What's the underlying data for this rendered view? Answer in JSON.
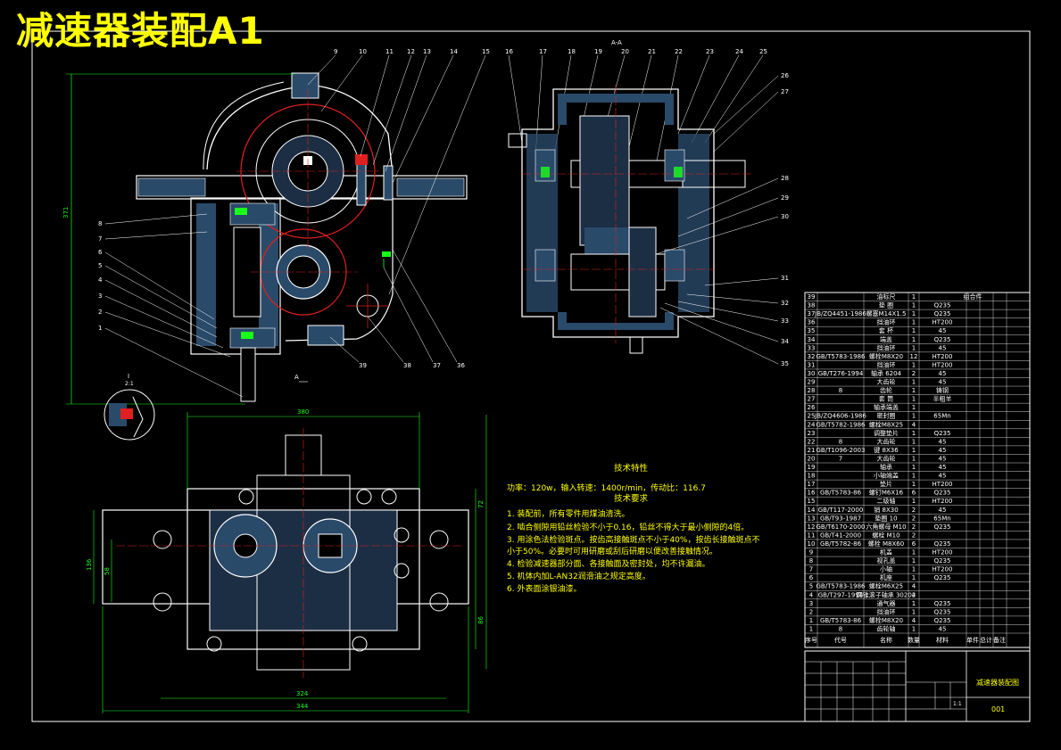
{
  "title": "减速器装配A1",
  "tech_features": {
    "heading": "技术特性",
    "line": "功率：120w，输入转速：1400r/min，传动比：116.7"
  },
  "tech_requirements": {
    "heading": "技术要求",
    "items": [
      "1. 装配前，所有零件用煤油清洗。",
      "2. 啮合侧隙用铅丝检验不小于0.16，铅丝不得大于最小侧隙的4倍。",
      "3. 用涂色法检验斑点。按齿高接触斑点不小于40%，按齿长接触斑点不",
      "小于50%。必要时可用研磨或刮后研磨以便改善接触情况。",
      "4. 检验减速器部分面、各接触面及密封处，均不许漏油。",
      "5. 机体内加L-AN32润滑油之规定高度。",
      "6. 外表面涂银油漆。"
    ]
  },
  "balloons_top": [
    "9",
    "10",
    "11",
    "12",
    "13",
    "14",
    "15",
    "16",
    "17",
    "18",
    "19",
    "20",
    "21",
    "22",
    "23",
    "24",
    "25"
  ],
  "balloons_left": [
    "8",
    "7",
    "6",
    "5",
    "4",
    "3",
    "2",
    "1"
  ],
  "balloons_right": [
    "26",
    "27",
    "28",
    "29",
    "30",
    "31",
    "32",
    "33",
    "34",
    "35"
  ],
  "balloons_bottom": [
    "39",
    "38",
    "37",
    "36"
  ],
  "section_labels": {
    "a_a": "A-A",
    "detail": "I",
    "detail_scale": "2:1",
    "a": "A"
  },
  "dimensions": {
    "height": "371",
    "width_top": "380",
    "width_mid": "324",
    "width_bottom": "344",
    "left_a": "136",
    "left_b": "58",
    "right_a": "72",
    "right_b": "86"
  },
  "bom": {
    "headers": [
      "序号",
      "代号",
      "名称",
      "数量",
      "材料",
      "单件",
      "总计",
      "备注"
    ],
    "rows": [
      [
        "39",
        "",
        "油标尺",
        "1",
        "",
        "组合件"
      ],
      [
        "38",
        "",
        "垫 圈",
        "1",
        "Q235"
      ],
      [
        "37",
        "JB/ZQ4451-1986",
        "螺塞M14X1.5",
        "1",
        "Q235"
      ],
      [
        "36",
        "",
        "挡油环",
        "1",
        "HT200"
      ],
      [
        "35",
        "",
        "套 杯",
        "1",
        "45"
      ],
      [
        "34",
        "",
        "端盖",
        "1",
        "Q235"
      ],
      [
        "33",
        "",
        "挡油环",
        "1",
        "45"
      ],
      [
        "32",
        "GB/T5783-1986",
        "螺栓M8X20",
        "12",
        "HT200"
      ],
      [
        "31",
        "",
        "挡油环",
        "1",
        "HT200"
      ],
      [
        "30",
        "GB/T276-1994",
        "轴承 6204",
        "2",
        "45"
      ],
      [
        "29",
        "",
        "大齿轮",
        "1",
        "45"
      ],
      [
        "28",
        "8",
        "齿轮",
        "1",
        "铸钢"
      ],
      [
        "27",
        "",
        "套 筒",
        "1",
        "半粗羊"
      ],
      [
        "26",
        "",
        "轴承端盖",
        "1",
        ""
      ],
      [
        "25",
        "JB/ZQ4606-1986",
        "密封圈",
        "1",
        "65Mn"
      ],
      [
        "24",
        "GB/T5782-1986",
        "螺栓M8X25",
        "4",
        ""
      ],
      [
        "23",
        "",
        "调整垫片",
        "1",
        "Q235"
      ],
      [
        "22",
        "8",
        "大齿轮",
        "1",
        "45"
      ],
      [
        "21",
        "GB/T1096-2003",
        "键 8X36",
        "1",
        "45"
      ],
      [
        "20",
        "7",
        "大齿轮",
        "1",
        "45"
      ],
      [
        "19",
        "",
        "轴承",
        "1",
        "45"
      ],
      [
        "18",
        "",
        "小轴端盖",
        "1",
        "45"
      ],
      [
        "17",
        "",
        "垫片",
        "1",
        "HT200"
      ],
      [
        "16",
        "GB/T5783-86",
        "螺钉M6X16",
        "6",
        "Q235"
      ],
      [
        "15",
        "",
        "二级轴",
        "1",
        "HT200"
      ],
      [
        "14",
        "GB/T117-2000",
        "销 8X30",
        "2",
        "45"
      ],
      [
        "13",
        "GB/T93-1987",
        "垫圈 10",
        "2",
        "65Mn"
      ],
      [
        "12",
        "GB/T6170-2000",
        "六角螺母 M10",
        "2",
        "Q235"
      ],
      [
        "11",
        "GB/T41-2000",
        "螺栓 M10",
        "2",
        ""
      ],
      [
        "10",
        "GB/T5782-86",
        "螺栓 M8X60",
        "6",
        "Q235"
      ],
      [
        "9",
        "",
        "机盖",
        "1",
        "HT200"
      ],
      [
        "8",
        "",
        "视孔盖",
        "1",
        "Q235"
      ],
      [
        "7",
        "",
        "小轴",
        "1",
        "HT200"
      ],
      [
        "6",
        "",
        "机座",
        "1",
        "Q235"
      ],
      [
        "5",
        "GB/T5783-1986",
        "螺栓M6X25",
        "4",
        ""
      ],
      [
        "4",
        "GB/T297-1994",
        "圆锥滚子轴承 30204",
        "2",
        ""
      ],
      [
        "3",
        "",
        "通气器",
        "1",
        "Q235"
      ],
      [
        "2",
        "",
        "挡油环",
        "1",
        "Q235"
      ],
      [
        "1",
        "GB/T5783-86",
        "螺栓M8X20",
        "4",
        "Q235"
      ],
      [
        "1",
        "8",
        "齿轮轴",
        "1",
        "45"
      ]
    ]
  },
  "title_block": {
    "name": "减速器装配图",
    "number": "001",
    "scale": "1:1"
  }
}
